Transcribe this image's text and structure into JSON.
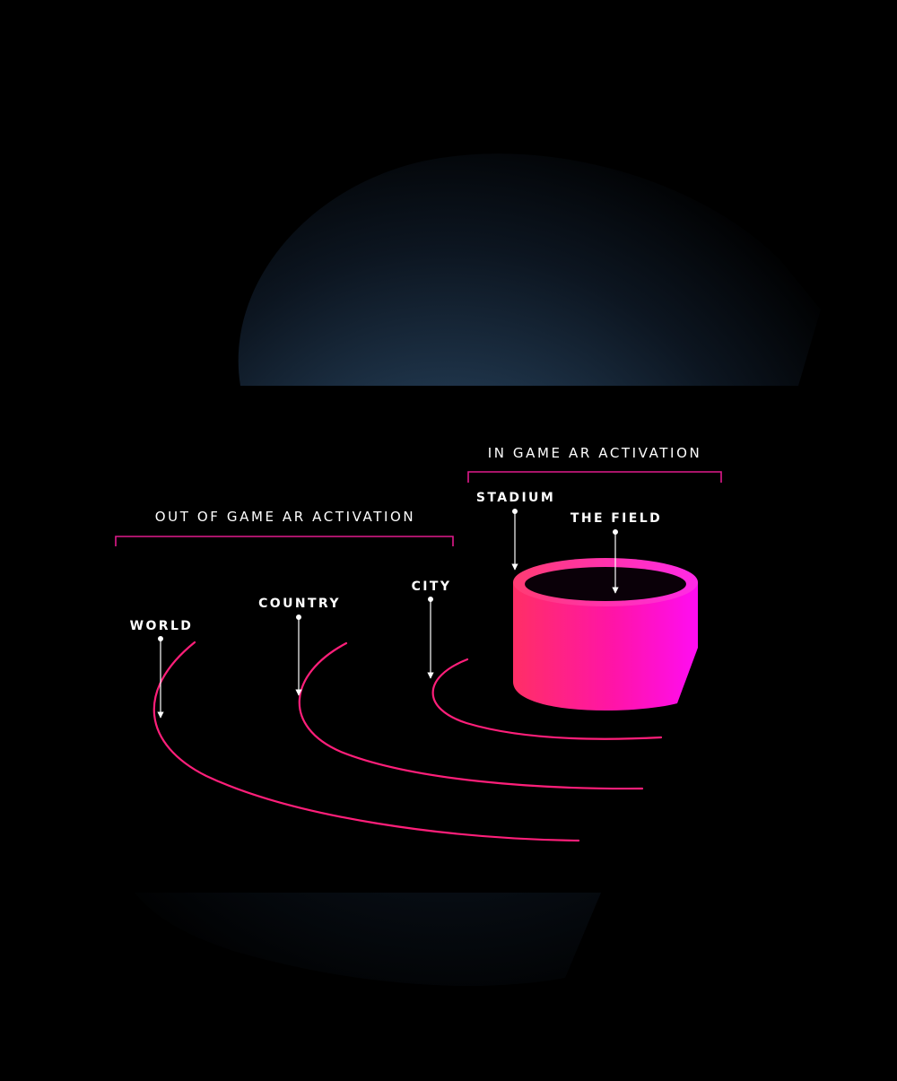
{
  "groups": {
    "out_of_game": "OUT OF GAME AR ACTIVATION",
    "in_game": "IN GAME AR ACTIVATION"
  },
  "levels": {
    "world": "WORLD",
    "country": "COUNTRY",
    "city": "CITY",
    "stadium": "STADIUM",
    "field": "THE FIELD"
  },
  "colors": {
    "background": "#000000",
    "glow": "#2a4a6a",
    "bracket": "#e01a8c",
    "arc": "#ff1f7a",
    "cylinder_left": "#ff2a6a",
    "cylinder_right": "#ff10f0",
    "text": "#ffffff"
  }
}
